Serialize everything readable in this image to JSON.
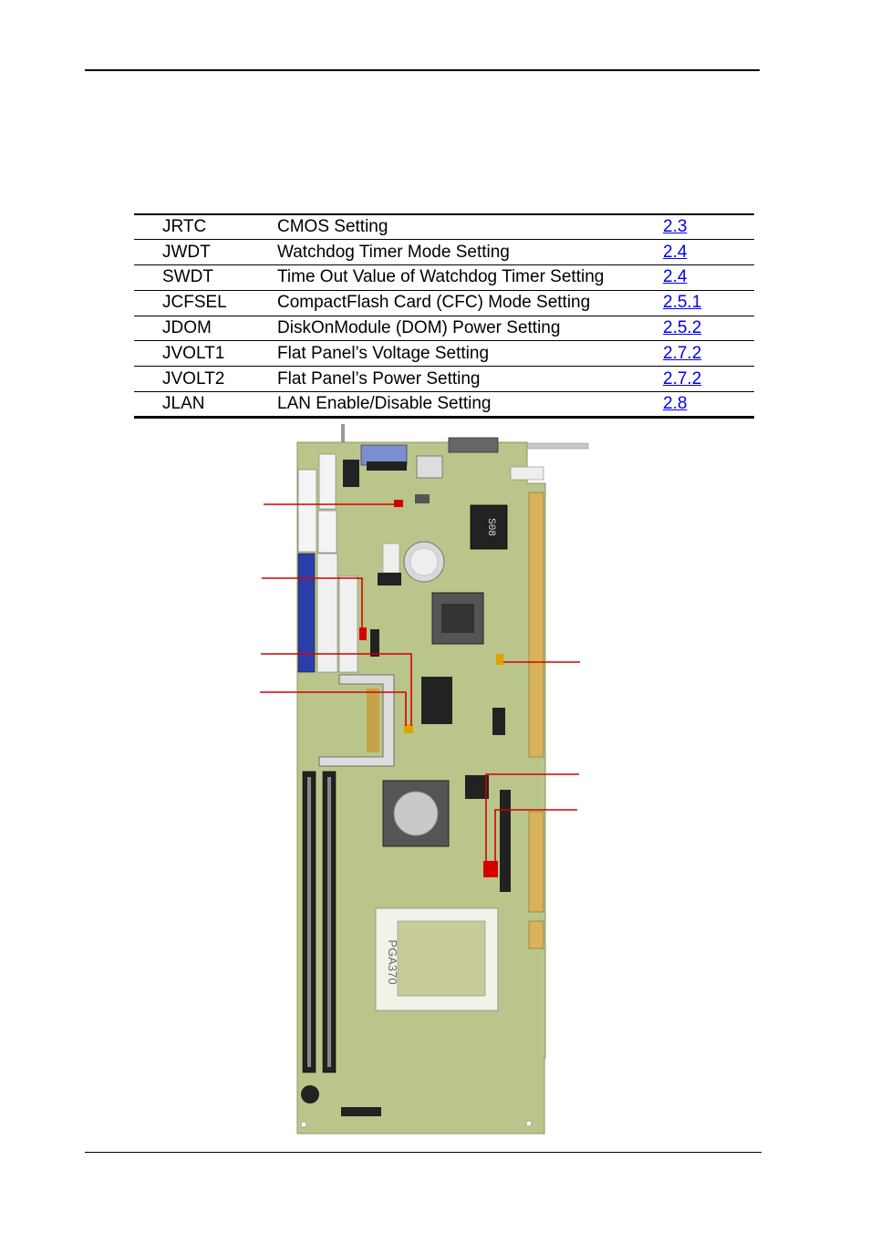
{
  "jumper_table": {
    "rows": [
      {
        "label": "JRTC",
        "description": "CMOS Setting",
        "section": "2.3"
      },
      {
        "label": "JWDT",
        "description": "Watchdog Timer Mode Setting",
        "section": "2.4"
      },
      {
        "label": "SWDT",
        "description": "Time Out Value of Watchdog Timer Setting",
        "section": "2.4"
      },
      {
        "label": "JCFSEL",
        "description": "CompactFlash Card (CFC) Mode Setting",
        "section": "2.5.1"
      },
      {
        "label": "JDOM",
        "description": "DiskOnModule (DOM) Power Setting",
        "section": "2.5.2"
      },
      {
        "label": "JVOLT1",
        "description": "Flat Panel’s Voltage Setting",
        "section": "2.7.2"
      },
      {
        "label": "JVOLT2",
        "description": "Flat Panel’s Power Setting",
        "section": "2.7.2"
      },
      {
        "label": "JLAN",
        "description": "LAN Enable/Disable Setting",
        "section": "2.8"
      }
    ]
  },
  "board_image": {
    "pcb_color": "#b9c58a",
    "callout_color": "#d40000",
    "socket_label": "PGA370",
    "bios_label": "S08"
  }
}
